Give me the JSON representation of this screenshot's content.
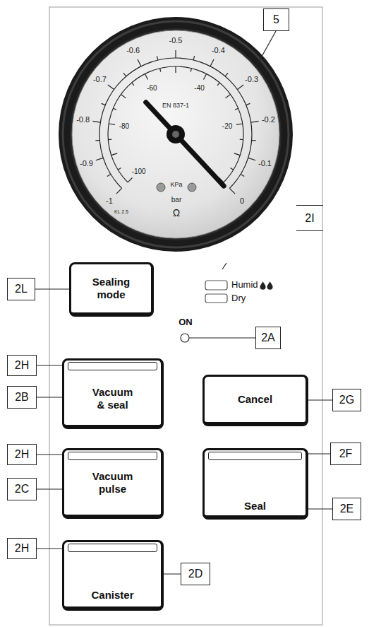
{
  "diagram": {
    "nodes": [
      {
        "text": [
          "Sealing mode"
        ]
      },
      {
        "text": [
          "Vacuum & seal"
        ]
      },
      {
        "text": [
          "Cancel"
        ]
      },
      {
        "text": [
          "Vacuum pulse"
        ]
      },
      {
        "text": [
          "Seal"
        ]
      },
      {
        "text": [
          "Canister"
        ]
      }
    ],
    "labels": [
      "5",
      "2I",
      "2L",
      "Humid",
      "Dry",
      "ON",
      "2A",
      "2H",
      "2B",
      "2G",
      "2H",
      "2C",
      "2F",
      "2E",
      "2H",
      "2D",
      "-1",
      "-0.9",
      "-0.8",
      "-0.7",
      "-0.6",
      "-0.5",
      "-0.4",
      "-0.3",
      "-0.2",
      "-0.1",
      "0",
      "-100",
      "-80",
      "-60",
      "-40",
      "-20",
      "EN 837-1",
      "KPa",
      "bar",
      "KL 2.5",
      "Ω"
    ]
  }
}
